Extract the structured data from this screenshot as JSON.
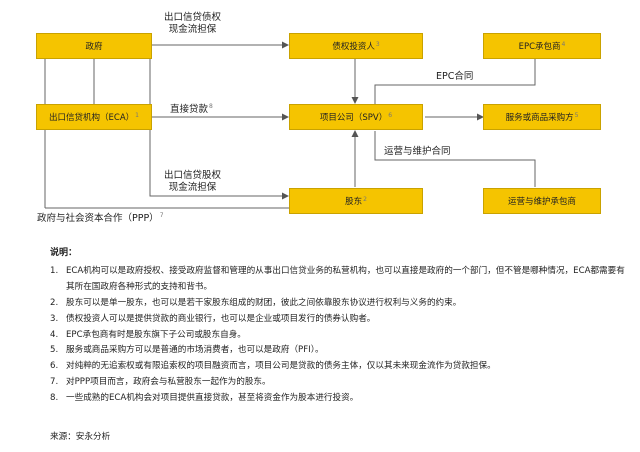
{
  "boxes": {
    "government": "政府",
    "eca": "出口信贷机构（ECA）",
    "eca_note": "1",
    "bond_investor": "债权投资人",
    "bond_investor_note": "3",
    "spv": "项目公司（SPV）",
    "spv_note": "6",
    "shareholder": "股东",
    "shareholder_note": "2",
    "epc": "EPC承包商",
    "epc_note": "4",
    "purchaser": "服务或商品采购方",
    "purchaser_note": "5",
    "om": "运营与维护承包商"
  },
  "labels": {
    "export_credit_debt_line1": "出口信贷债权",
    "export_credit_debt_line2": "现金流担保",
    "direct_loan": "直接贷款",
    "direct_loan_note": "8",
    "export_credit_equity_line1": "出口信贷股权",
    "export_credit_equity_line2": "现金流担保",
    "ppp": "政府与社会资本合作（PPP）",
    "ppp_note": "7",
    "epc_contract": "EPC合同",
    "om_contract": "运营与维护合同"
  },
  "notes": {
    "title": "说明：",
    "items": [
      {
        "num": "1.",
        "text": "ECA机构可以是政府授权、接受政府监督和管理的从事出口信贷业务的私营机构，也可以直接是政府的一个部门，但不管是哪种情况，ECA都需要有其所在国政府各种形式的支持和背书。"
      },
      {
        "num": "2.",
        "text": "股东可以是单一股东，也可以是若干家股东组成的财团，彼此之间依靠股东协议进行权利与义务的约束。"
      },
      {
        "num": "3.",
        "text": "债权投资人可以是提供贷款的商业银行，也可以是企业或项目发行的债券认购者。"
      },
      {
        "num": "4.",
        "text": "EPC承包商有时是股东旗下子公司或股东自身。"
      },
      {
        "num": "5.",
        "text": "服务或商品采购方可以是普通的市场消费者，也可以是政府（PFI）。"
      },
      {
        "num": "6.",
        "text": "对纯粹的无追索权或有限追索权的项目融资而言，项目公司是贷款的债务主体，仅以其未来现金流作为贷款担保。"
      },
      {
        "num": "7.",
        "text": "对PPP项目而言，政府会与私营股东一起作为的股东。"
      },
      {
        "num": "8.",
        "text": "一些成熟的ECA机构会对项目提供直接贷款，甚至将资金作为股本进行投资。"
      }
    ]
  },
  "source": "来源：安永分析"
}
